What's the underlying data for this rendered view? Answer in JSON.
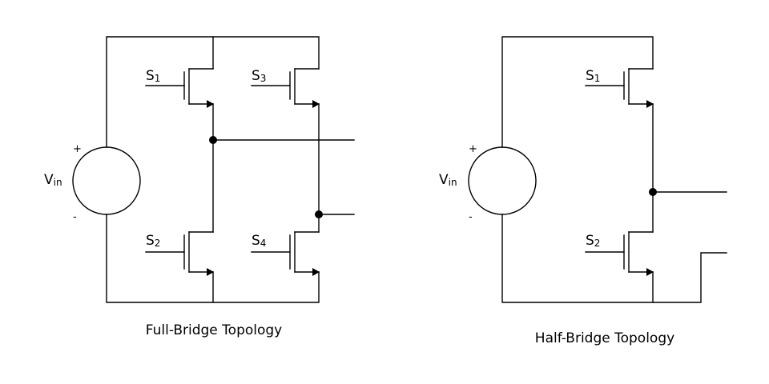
{
  "full_bridge": {
    "caption": "Full-Bridge Topology",
    "source": {
      "label": "V",
      "subscript": "in",
      "plus": "+",
      "minus": "-"
    },
    "switches": [
      {
        "label": "S",
        "subscript": "1"
      },
      {
        "label": "S",
        "subscript": "3"
      },
      {
        "label": "S",
        "subscript": "2"
      },
      {
        "label": "S",
        "subscript": "4"
      }
    ]
  },
  "half_bridge": {
    "caption": "Half-Bridge Topology",
    "source": {
      "label": "V",
      "subscript": "in",
      "plus": "+",
      "minus": "-"
    },
    "switches": [
      {
        "label": "S",
        "subscript": "1"
      },
      {
        "label": "S",
        "subscript": "2"
      }
    ]
  }
}
